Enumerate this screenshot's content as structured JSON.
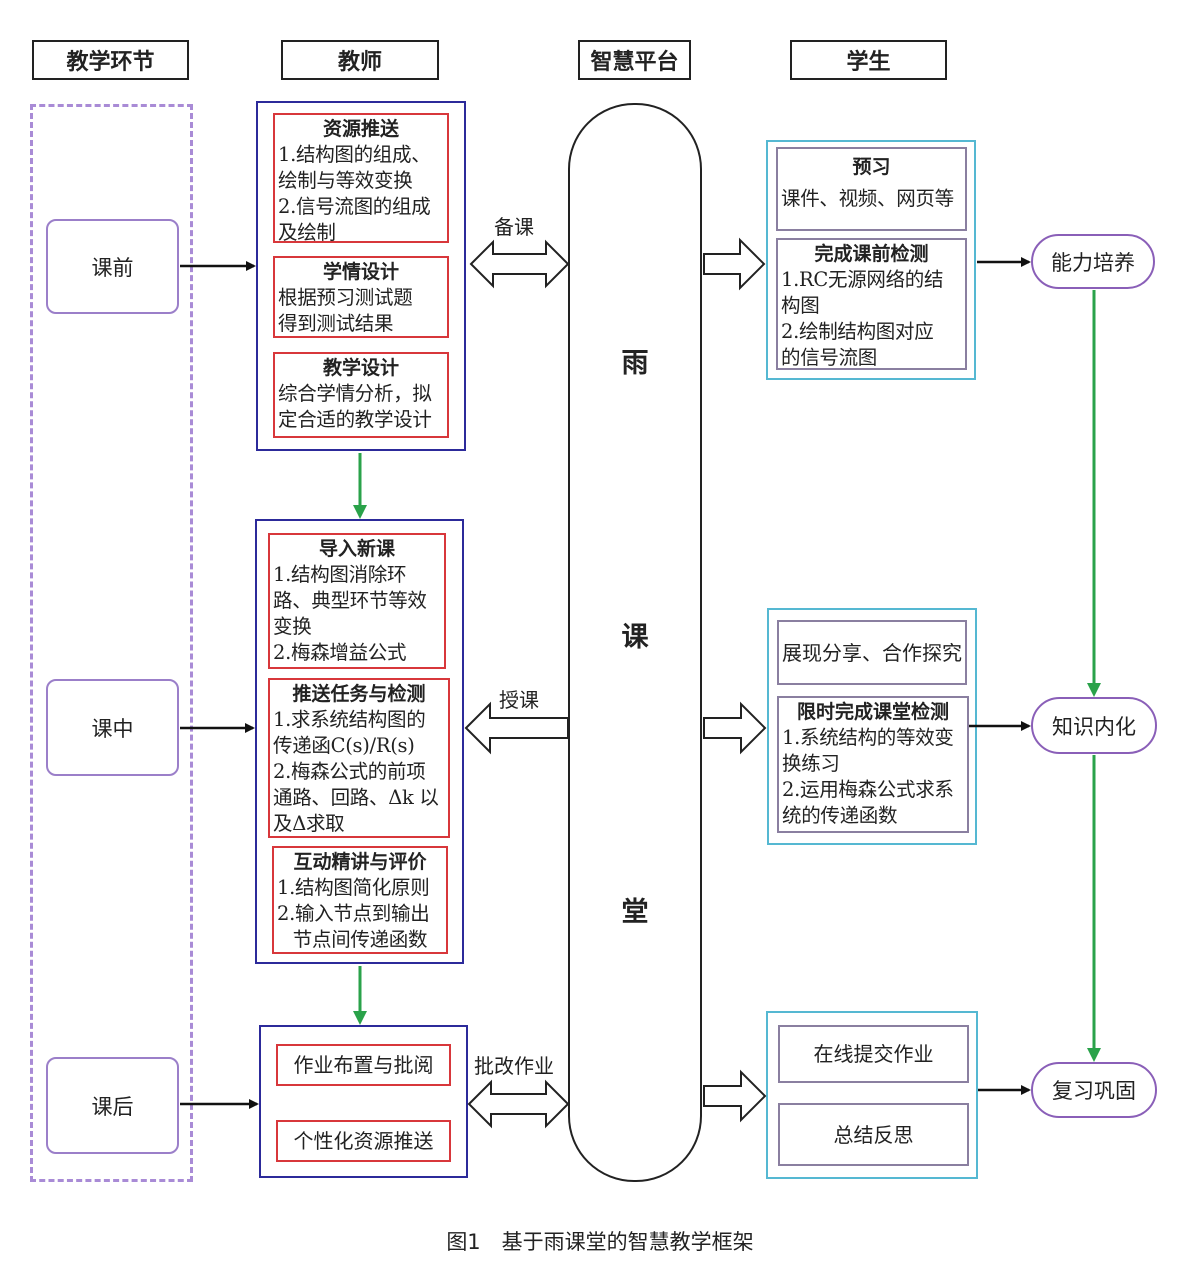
{
  "headers": {
    "stage": "教学环节",
    "teacher": "教师",
    "platform": "智慧平台",
    "student": "学生"
  },
  "phases": {
    "before": "课前",
    "during": "课中",
    "after": "课后"
  },
  "teacher": {
    "before": {
      "resource_push": {
        "title": "资源推送",
        "lines": [
          "1.结构图的组成、",
          "绘制与等效变换",
          "2.信号流图的组成",
          "及绘制"
        ]
      },
      "learning_design": {
        "title": "学情设计",
        "lines": [
          "根据预习测试题",
          "得到测试结果"
        ]
      },
      "teaching_design": {
        "title": "教学设计",
        "lines": [
          "综合学情分析，拟",
          "定合适的教学设计"
        ]
      }
    },
    "during": {
      "new_lesson": {
        "title": "导入新课",
        "lines": [
          "1.结构图消除环",
          "路、典型环节等效",
          "变换",
          "2.梅森增益公式"
        ]
      },
      "push_task": {
        "title": "推送任务与检测",
        "lines": [
          "1.求系统结构图的",
          "传递函C(s)/R(s)",
          "2.梅森公式的前项",
          "通路、回路、Δk 以",
          "及Δ求取"
        ]
      },
      "interactive": {
        "title": "互动精讲与评价",
        "lines": [
          "1.结构图简化原则",
          "2.输入节点到输出",
          "节点间传递函数"
        ]
      }
    },
    "after": {
      "homework": "作业布置与批阅",
      "personalized": "个性化资源推送"
    }
  },
  "platform": {
    "chars": [
      "雨",
      "课",
      "堂"
    ]
  },
  "edge_labels": {
    "prepare": "备课",
    "teach": "授课",
    "grade": "批改作业"
  },
  "student": {
    "before": {
      "preview": {
        "title": "预习",
        "lines": [
          "课件、视频、网页等"
        ]
      },
      "pre_test": {
        "title": "完成课前检测",
        "lines": [
          "1.RC无源网络的结",
          "构图",
          "2.绘制结构图对应",
          "的信号流图"
        ]
      }
    },
    "during": {
      "share": "展现分享、合作探究",
      "timed_test": {
        "title": "限时完成课堂检测",
        "lines": [
          "1.系统结构的等效变",
          "换练习",
          "2.运用梅森公式求系",
          "统的传递函数"
        ]
      }
    },
    "after": {
      "submit": "在线提交作业",
      "reflect": "总结反思"
    }
  },
  "outcomes": {
    "ability": "能力培养",
    "internalize": "知识内化",
    "review": "复习巩固"
  },
  "caption": "图1　基于雨课堂的智慧教学框架",
  "colors": {
    "teacher_group_border": "#2c2a9a",
    "teacher_box_border": "#d8373b",
    "student_group_border": "#55b8d2",
    "phase_border": "#9b7fc9",
    "green_arrow": "#2aa24a"
  }
}
